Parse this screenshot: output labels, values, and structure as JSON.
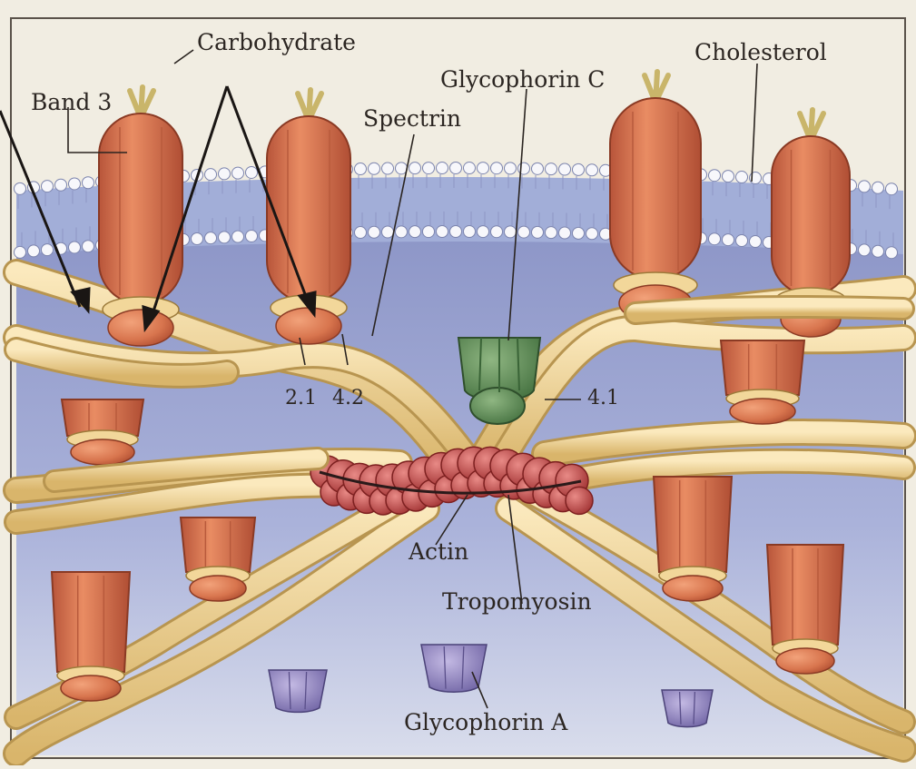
{
  "labels": {
    "carbohydrate": "Carbohydrate",
    "band3": "Band 3",
    "spectrin": "Spectrin",
    "glycophorin_c": "Glycophorin C",
    "cholesterol": "Cholesterol",
    "protein_2_1": "2.1",
    "protein_4_2": "4.2",
    "protein_4_1": "4.1",
    "actin": "Actin",
    "tropomyosin": "Tropomyosin",
    "glycophorin_a": "Glycophorin A"
  },
  "colors": {
    "background": "#f1ede2",
    "cytoplasm": "#9ea6d2",
    "bilayer_band": "#a2aed8",
    "lipid_head": "#f7f7fb",
    "band3_protein": "#d8754e",
    "spectrin_fiber": "#f2d79a",
    "glycophorin_c": "#5f8f58",
    "glycophorin_a": "#8f84bd",
    "actin": "#b63d3e"
  }
}
